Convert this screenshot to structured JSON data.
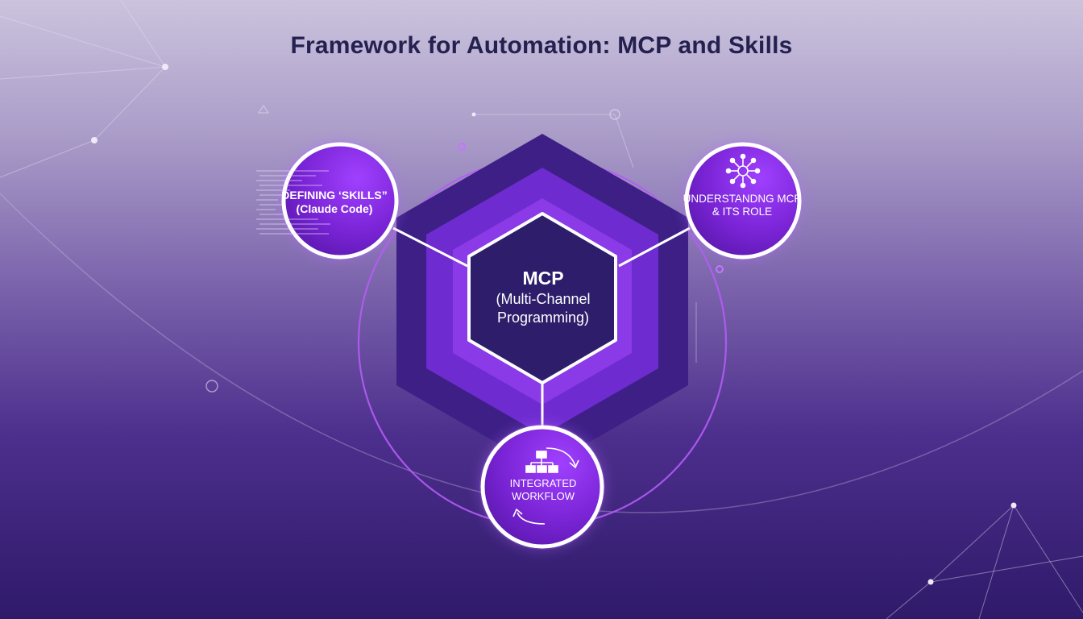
{
  "title": "Framework for Automation: MCP and Skills",
  "core": {
    "title": "MCP",
    "line1": "(Multi-Channel",
    "line2": "Programming)"
  },
  "nodes": {
    "skills": {
      "line1": "DEFINING ‘SKILLS”",
      "line2": "(Claude Code)"
    },
    "mcp_role": {
      "line1": "UNDERSTANDNG MCP",
      "line2": "& ITS ROLE"
    },
    "workflow": {
      "line1": "INTEGRATED",
      "line2": "WORKFLOW"
    }
  },
  "icons": {
    "skills": "code-snippet",
    "mcp_role": "network-hub-icon",
    "workflow": "flowchart-cycle-icon"
  },
  "colors": {
    "title": "#24204f",
    "core": "#2d1d6b",
    "node": "#8a2fe6",
    "ring": "#b45cf5",
    "node_border": "#ffffff"
  }
}
